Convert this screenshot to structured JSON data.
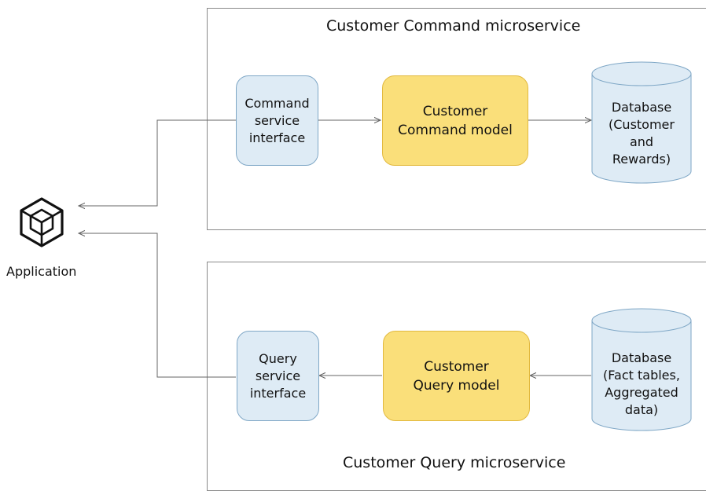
{
  "application": {
    "label": "Application",
    "icon": "cube-icon"
  },
  "command_microservice": {
    "title": "Customer Command microservice",
    "service_interface": "Command\nservice\ninterface",
    "model": "Customer\nCommand model",
    "database": "Database\n(Customer\nand\nRewards)"
  },
  "query_microservice": {
    "title": "Customer Query microservice",
    "service_interface": "Query\nservice\ninterface",
    "model": "Customer\nQuery model",
    "database": "Database\n(Fact tables,\nAggregated\ndata)"
  },
  "colors": {
    "interface_fill": "#deebf5",
    "interface_stroke": "#7fa7c6",
    "model_fill": "#fadf7a",
    "model_stroke": "#e2b93f",
    "database_fill": "#deebf5",
    "connector": "#666666"
  }
}
